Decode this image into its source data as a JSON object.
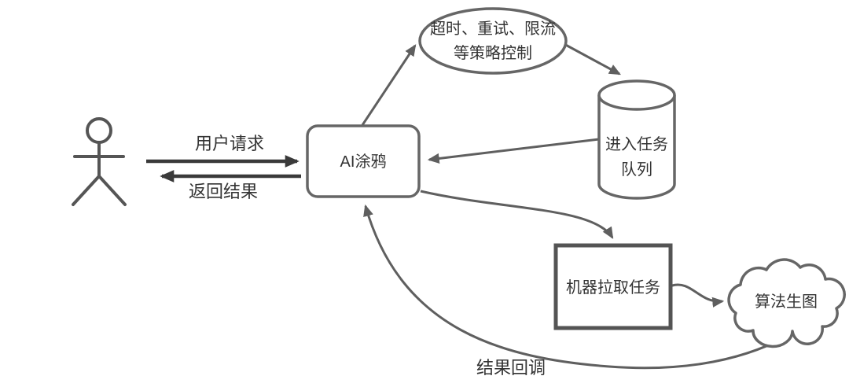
{
  "diagram": {
    "background": "#ffffff",
    "colors": {
      "node_stroke": "#666666",
      "worker_stroke": "#545454",
      "actor_stroke": "#555555",
      "arrow": "#5f5f5f",
      "arrow_dark": "#3a3a3a",
      "text": "#333333",
      "node_fill": "#ffffff"
    },
    "nodes": {
      "ai_service": {
        "label": "AI涂鸦"
      },
      "policy_control": {
        "lines": [
          "超时、重试、限流",
          "等策略控制"
        ]
      },
      "task_queue": {
        "lines": [
          "进入任务",
          "队列"
        ]
      },
      "worker": {
        "label": "机器拉取任务"
      },
      "algorithm": {
        "label": "算法生图"
      }
    },
    "edges": {
      "user_request": {
        "label": "用户请求"
      },
      "return_result": {
        "label": "返回结果"
      },
      "result_callback": {
        "label": "结果回调"
      }
    }
  }
}
